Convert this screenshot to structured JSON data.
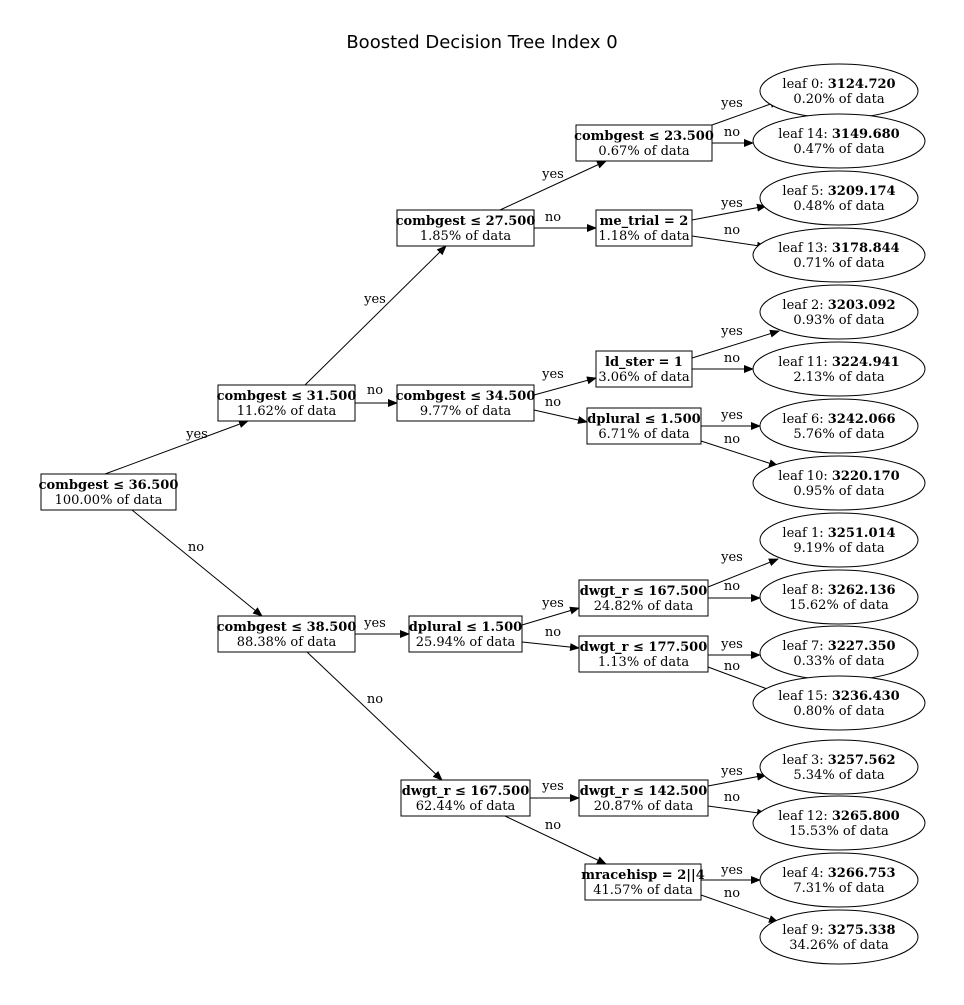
{
  "title": "Boosted Decision Tree Index 0",
  "nodes": [
    {
      "id": "n0",
      "bold": "combgest ≤ 36.500",
      "pct": "100.00% of data"
    },
    {
      "id": "n1",
      "bold": "combgest ≤ 31.500",
      "pct": "11.62% of data"
    },
    {
      "id": "n2",
      "bold": "combgest ≤ 38.500",
      "pct": "88.38% of data"
    },
    {
      "id": "n3",
      "bold": "combgest ≤ 27.500",
      "pct": "1.85% of data"
    },
    {
      "id": "n4",
      "bold": "combgest ≤ 34.500",
      "pct": "9.77% of data"
    },
    {
      "id": "n5",
      "bold": "combgest ≤ 23.500",
      "pct": "0.67% of data"
    },
    {
      "id": "n6",
      "bold": "me_trial = 2",
      "pct": "1.18% of data"
    },
    {
      "id": "n7",
      "bold": "ld_ster = 1",
      "pct": "3.06% of data"
    },
    {
      "id": "n8",
      "bold": "dplural ≤ 1.500",
      "pct": "6.71% of data"
    },
    {
      "id": "n9",
      "bold": "dplural ≤ 1.500",
      "pct": "25.94% of data"
    },
    {
      "id": "n10",
      "bold": "dwgt_r ≤ 167.500",
      "pct": "62.44% of data"
    },
    {
      "id": "n11",
      "bold": "dwgt_r ≤ 167.500",
      "pct": "24.82% of data"
    },
    {
      "id": "n12",
      "bold": "dwgt_r ≤ 177.500",
      "pct": "1.13% of data"
    },
    {
      "id": "n13",
      "bold": "dwgt_r ≤ 142.500",
      "pct": "20.87% of data"
    },
    {
      "id": "n14",
      "bold": "mracehisp = 2||4",
      "pct": "41.57% of data"
    }
  ],
  "leaves": [
    {
      "id": "l0",
      "prefix": "leaf 0: ",
      "value": "3124.720",
      "pct": "0.20% of data"
    },
    {
      "id": "l14",
      "prefix": "leaf 14: ",
      "value": "3149.680",
      "pct": "0.47% of data"
    },
    {
      "id": "l5",
      "prefix": "leaf 5: ",
      "value": "3209.174",
      "pct": "0.48% of data"
    },
    {
      "id": "l13",
      "prefix": "leaf 13: ",
      "value": "3178.844",
      "pct": "0.71% of data"
    },
    {
      "id": "l2",
      "prefix": "leaf 2: ",
      "value": "3203.092",
      "pct": "0.93% of data"
    },
    {
      "id": "l11",
      "prefix": "leaf 11: ",
      "value": "3224.941",
      "pct": "2.13% of data"
    },
    {
      "id": "l6",
      "prefix": "leaf 6: ",
      "value": "3242.066",
      "pct": "5.76% of data"
    },
    {
      "id": "l10",
      "prefix": "leaf 10: ",
      "value": "3220.170",
      "pct": "0.95% of data"
    },
    {
      "id": "l1",
      "prefix": "leaf 1: ",
      "value": "3251.014",
      "pct": "9.19% of data"
    },
    {
      "id": "l8",
      "prefix": "leaf 8: ",
      "value": "3262.136",
      "pct": "15.62% of data"
    },
    {
      "id": "l7",
      "prefix": "leaf 7: ",
      "value": "3227.350",
      "pct": "0.33% of data"
    },
    {
      "id": "l15",
      "prefix": "leaf 15: ",
      "value": "3236.430",
      "pct": "0.80% of data"
    },
    {
      "id": "l3",
      "prefix": "leaf 3: ",
      "value": "3257.562",
      "pct": "5.34% of data"
    },
    {
      "id": "l12",
      "prefix": "leaf 12: ",
      "value": "3265.800",
      "pct": "15.53% of data"
    },
    {
      "id": "l4",
      "prefix": "leaf 4: ",
      "value": "3266.753",
      "pct": "7.31% of data"
    },
    {
      "id": "l9",
      "prefix": "leaf 9: ",
      "value": "3275.338",
      "pct": "34.26% of data"
    }
  ],
  "edges": [
    {
      "from": "n0",
      "to": "n1",
      "label": "yes"
    },
    {
      "from": "n0",
      "to": "n2",
      "label": "no"
    },
    {
      "from": "n1",
      "to": "n3",
      "label": "yes"
    },
    {
      "from": "n1",
      "to": "n4",
      "label": "no"
    },
    {
      "from": "n3",
      "to": "n5",
      "label": "yes"
    },
    {
      "from": "n3",
      "to": "n6",
      "label": "no"
    },
    {
      "from": "n5",
      "to": "l0",
      "label": "yes"
    },
    {
      "from": "n5",
      "to": "l14",
      "label": "no"
    },
    {
      "from": "n6",
      "to": "l5",
      "label": "yes"
    },
    {
      "from": "n6",
      "to": "l13",
      "label": "no"
    },
    {
      "from": "n4",
      "to": "n7",
      "label": "yes"
    },
    {
      "from": "n4",
      "to": "n8",
      "label": "no"
    },
    {
      "from": "n7",
      "to": "l2",
      "label": "yes"
    },
    {
      "from": "n7",
      "to": "l11",
      "label": "no"
    },
    {
      "from": "n8",
      "to": "l6",
      "label": "yes"
    },
    {
      "from": "n8",
      "to": "l10",
      "label": "no"
    },
    {
      "from": "n2",
      "to": "n9",
      "label": "yes"
    },
    {
      "from": "n2",
      "to": "n10",
      "label": "no"
    },
    {
      "from": "n9",
      "to": "n11",
      "label": "yes"
    },
    {
      "from": "n9",
      "to": "n12",
      "label": "no"
    },
    {
      "from": "n11",
      "to": "l1",
      "label": "yes"
    },
    {
      "from": "n11",
      "to": "l8",
      "label": "no"
    },
    {
      "from": "n12",
      "to": "l7",
      "label": "yes"
    },
    {
      "from": "n12",
      "to": "l15",
      "label": "no"
    },
    {
      "from": "n10",
      "to": "n13",
      "label": "yes"
    },
    {
      "from": "n10",
      "to": "n14",
      "label": "no"
    },
    {
      "from": "n13",
      "to": "l3",
      "label": "yes"
    },
    {
      "from": "n13",
      "to": "l12",
      "label": "no"
    },
    {
      "from": "n14",
      "to": "l4",
      "label": "yes"
    },
    {
      "from": "n14",
      "to": "l9",
      "label": "no"
    }
  ]
}
